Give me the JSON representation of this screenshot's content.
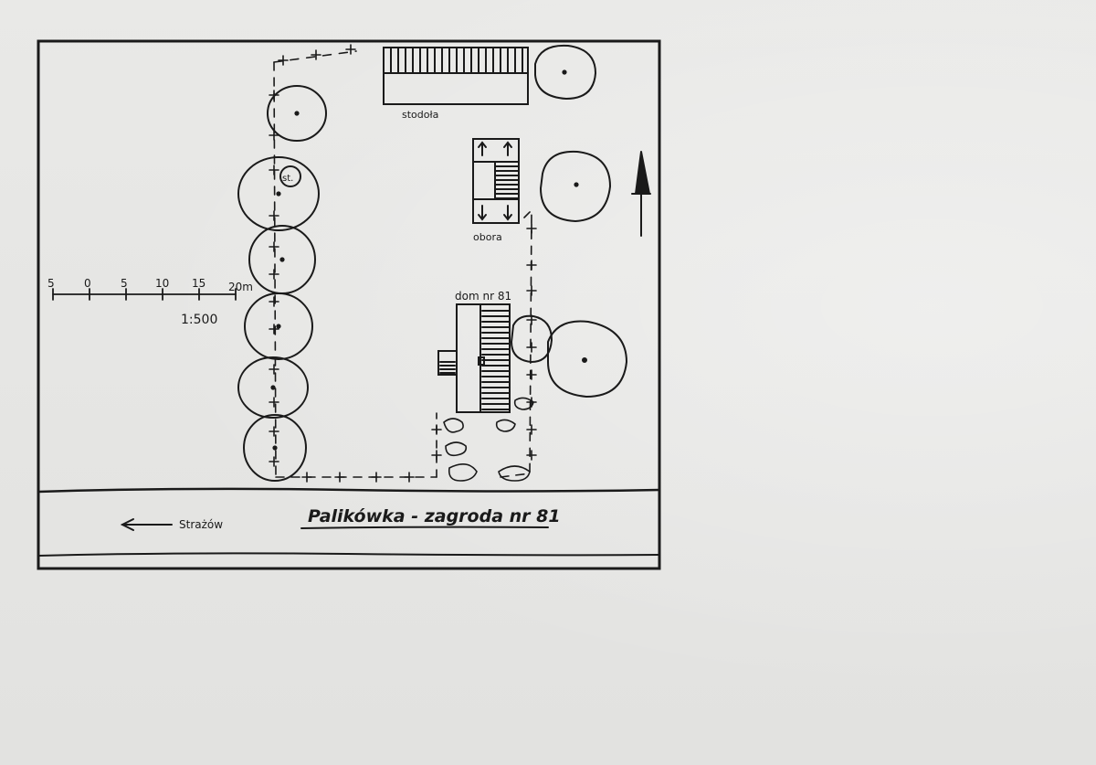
{
  "title": "Palikówka - zagroda nr 81",
  "direction_label": "Strażów",
  "scale": {
    "ratio": "1:500",
    "ticks": [
      "5",
      "0",
      "5",
      "10",
      "15",
      "20m"
    ]
  },
  "buildings": {
    "barn": "stodoła",
    "cowshed": "obora",
    "house": "dom nr 81"
  },
  "tree_label": "st.",
  "colors": {
    "ink": "#1a1a1a",
    "paper": "#e4e4e2"
  }
}
